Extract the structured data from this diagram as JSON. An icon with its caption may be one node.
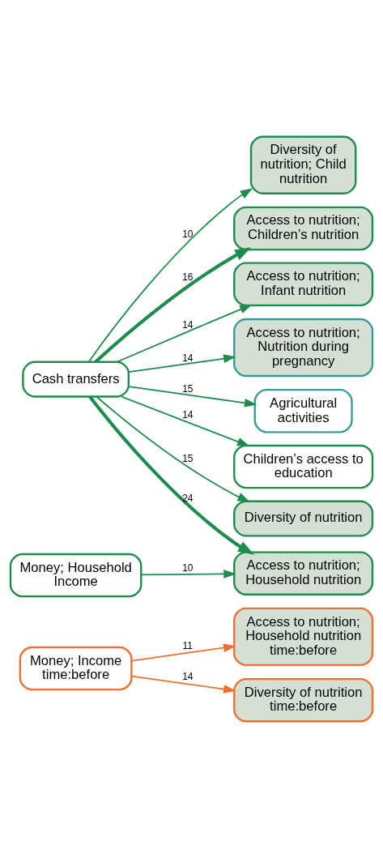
{
  "diagram": {
    "nodes": [
      {
        "text": [
          "Money; Income time:before"
        ]
      },
      {
        "text": [
          "Access to nutrition; Household nutrition time:before"
        ]
      },
      {
        "text": [
          "Diversity of nutrition time:before"
        ]
      },
      {
        "text": [
          "Diversity of nutrition; Child nutrition"
        ]
      },
      {
        "text": [
          "Access to nutrition; Children’s nutrition"
        ]
      },
      {
        "text": [
          "Access to nutrition; Infant nutrition"
        ]
      },
      {
        "text": [
          "Access to nutrition; Nutrition during pregnancy"
        ]
      },
      {
        "text": [
          "Agricultural activities"
        ]
      },
      {
        "text": [
          "Children’s access to education"
        ]
      },
      {
        "text": [
          "Diversity of nutrition"
        ]
      },
      {
        "text": [
          "Cash transfers"
        ]
      },
      {
        "text": [
          "Money; Household Income"
        ]
      },
      {
        "text": [
          "Access to nutrition; Household nutrition"
        ]
      }
    ],
    "edges": [
      {
        "from": 0,
        "to": 1,
        "arrow": "to",
        "label": "11",
        "color": "#f07030"
      },
      {
        "from": 0,
        "to": 2,
        "arrow": "to",
        "label": "14",
        "color": "#f07030"
      },
      {
        "from": 10,
        "to": 3,
        "arrow": "to",
        "label": "10"
      },
      {
        "from": 10,
        "to": 4,
        "arrow": "to",
        "label": "16",
        "style": "thick"
      },
      {
        "from": 10,
        "to": 5,
        "arrow": "to",
        "label": "14"
      },
      {
        "from": 10,
        "to": 6,
        "arrow": "to",
        "label": "14"
      },
      {
        "from": 10,
        "to": 7,
        "arrow": "to",
        "label": "15"
      },
      {
        "from": 10,
        "to": 8,
        "arrow": "to",
        "label": "14"
      },
      {
        "from": 10,
        "to": 9,
        "arrow": "to",
        "label": "15"
      },
      {
        "from": 10,
        "to": 12,
        "arrow": "to",
        "label": "24",
        "style": "thick"
      },
      {
        "from": 11,
        "to": 12,
        "arrow": "to",
        "label": "10"
      }
    ]
  }
}
